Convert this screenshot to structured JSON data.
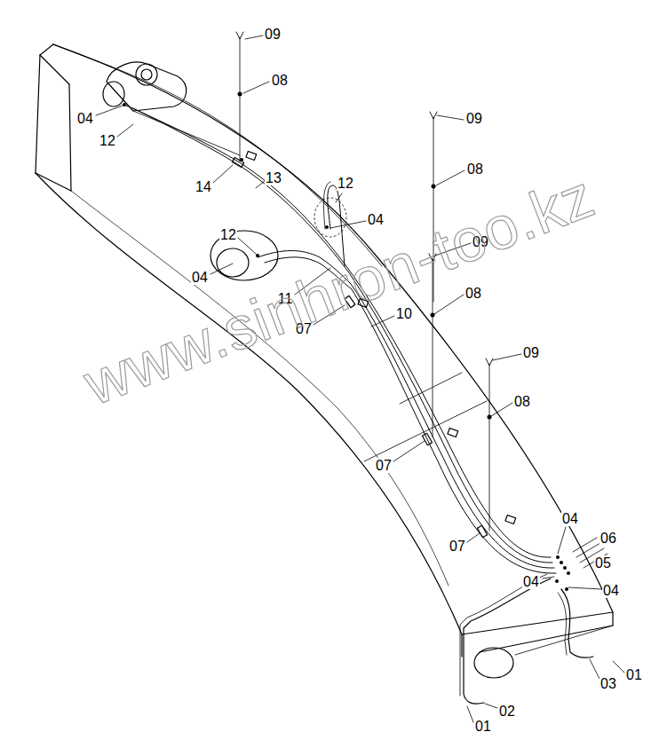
{
  "diagram": {
    "labels": [
      "09",
      "08",
      "04",
      "12",
      "14",
      "13",
      "09",
      "08",
      "12",
      "04",
      "04",
      "12",
      "11",
      "07",
      "10",
      "09",
      "08",
      "07",
      "09",
      "08",
      "07",
      "04",
      "06",
      "05",
      "04",
      "04",
      "03",
      "01",
      "02",
      "01",
      "www.sinhron-too.kz"
    ]
  }
}
